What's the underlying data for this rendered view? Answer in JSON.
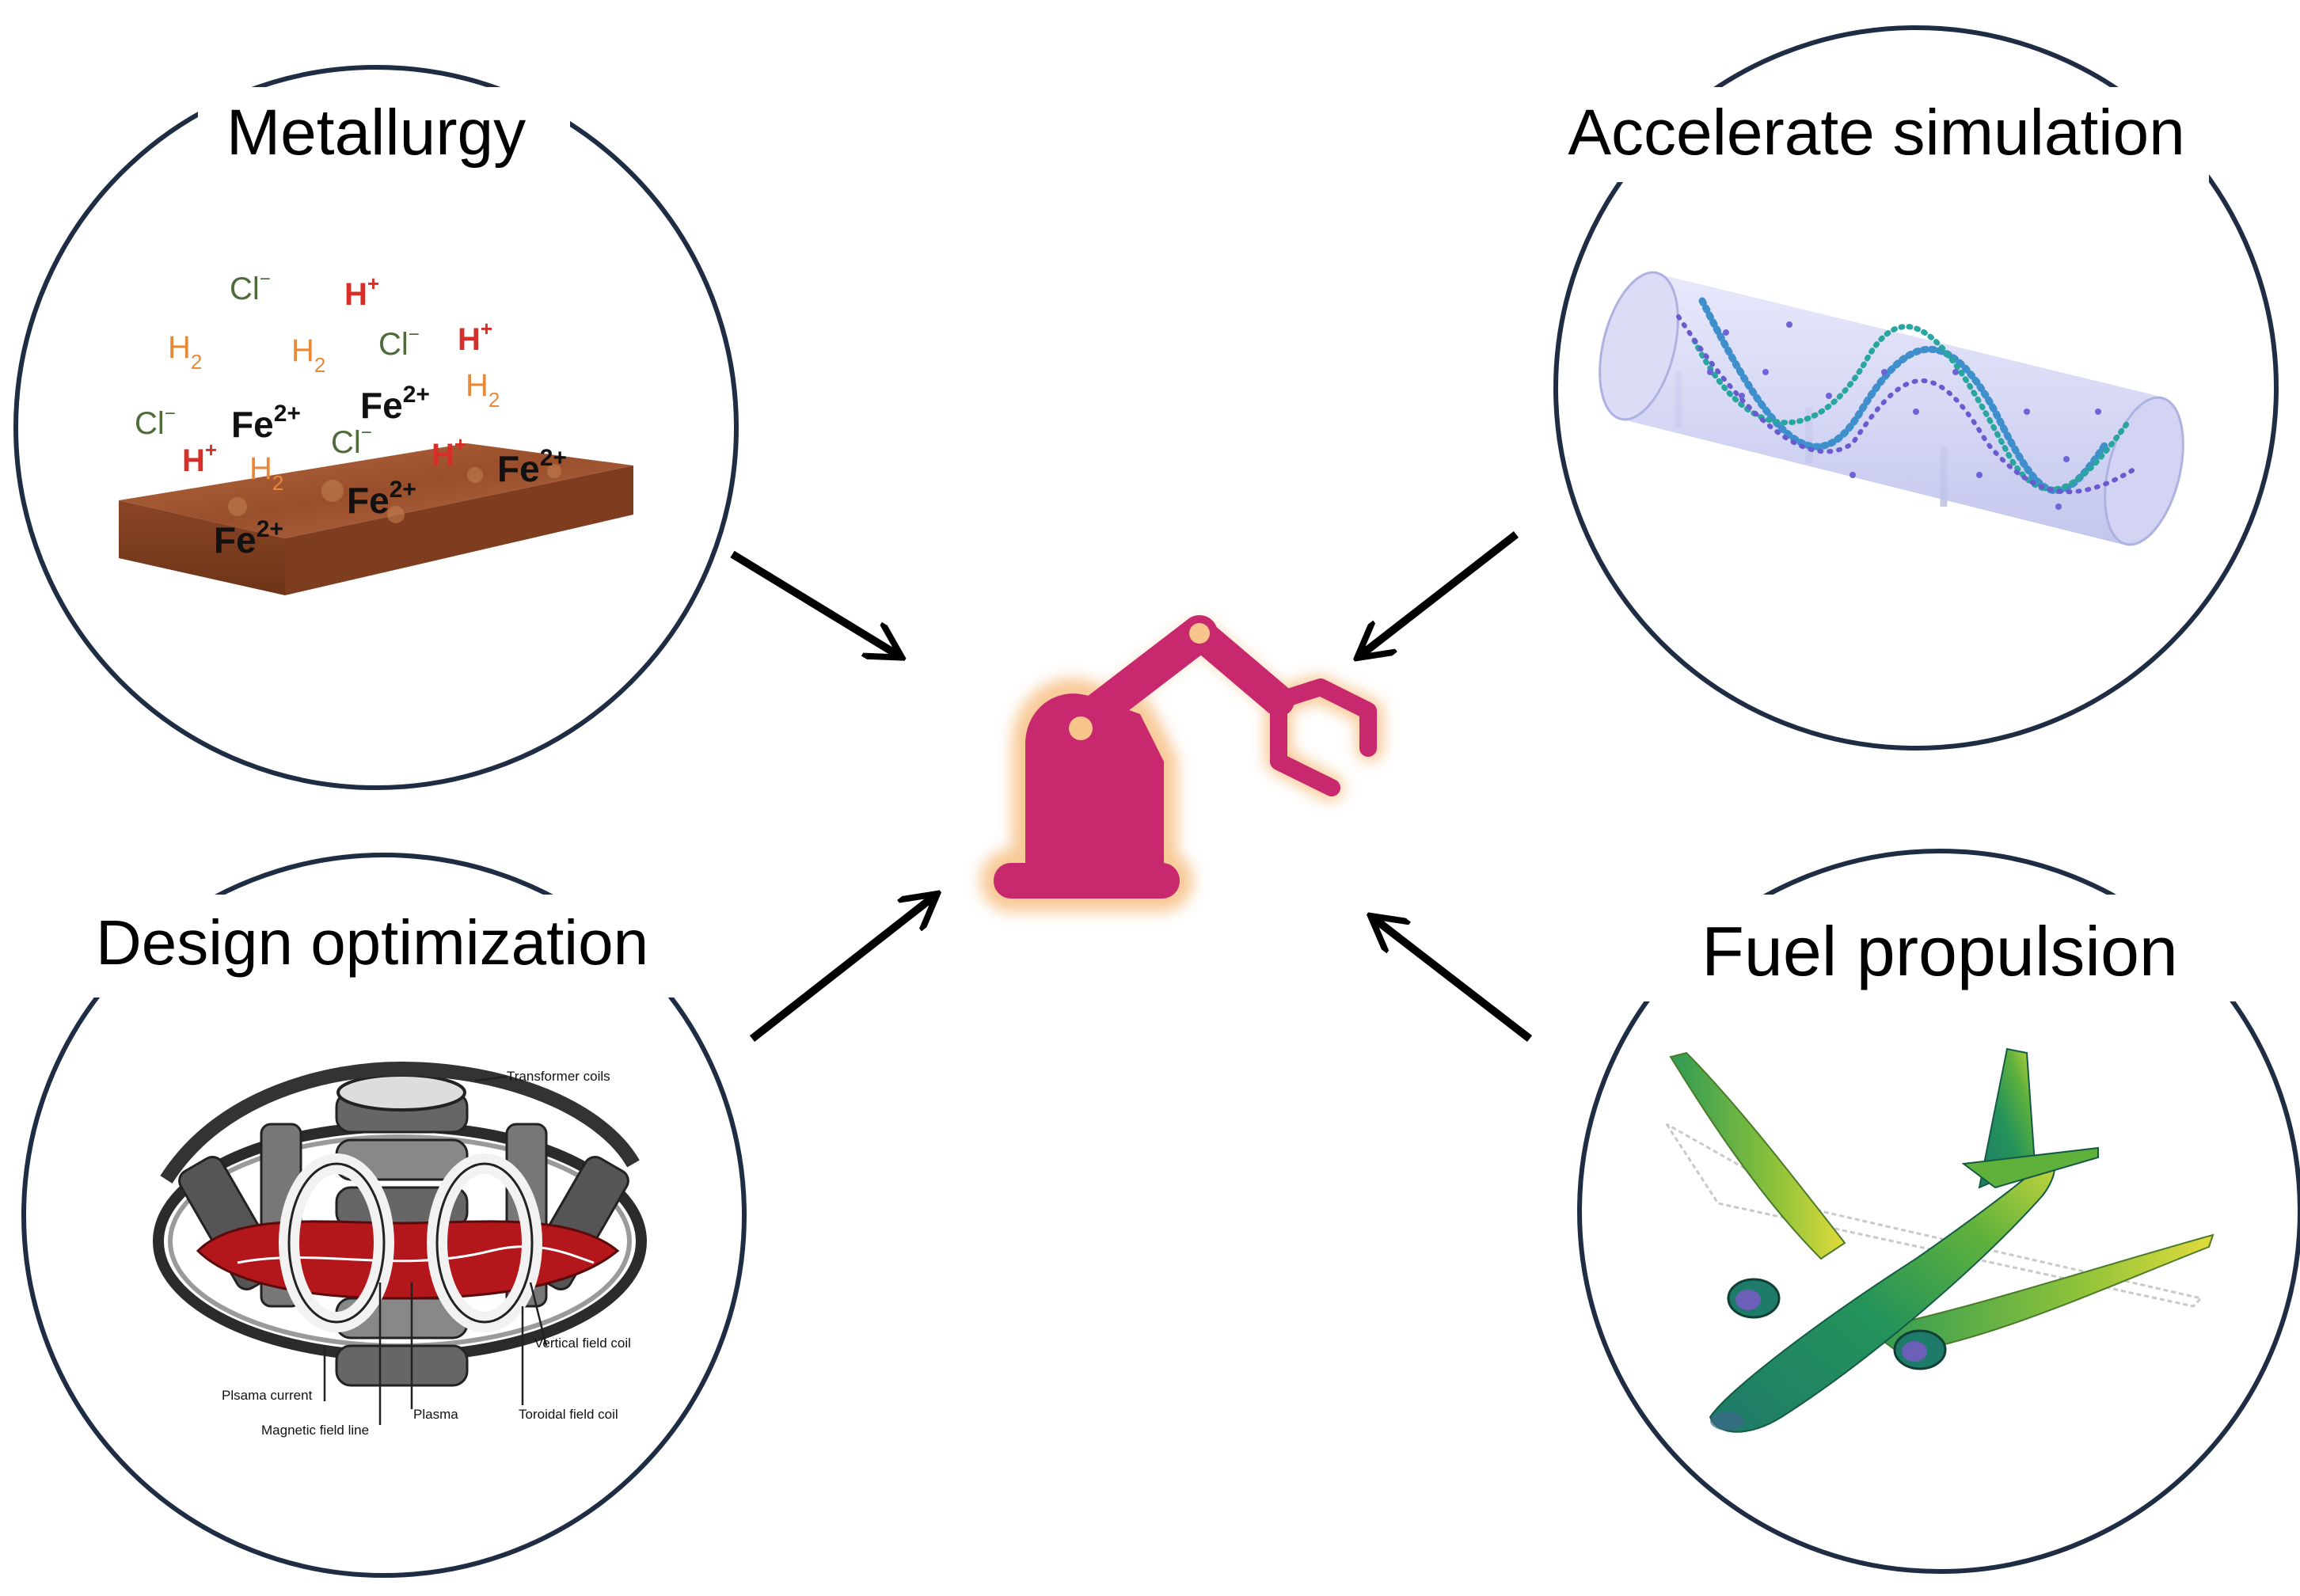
{
  "panels": {
    "metallurgy": {
      "title": "Metallurgy",
      "ions": {
        "cl": "Cl",
        "cl_charge": "−",
        "h": "H",
        "h_charge": "+",
        "h2": "H",
        "h2_sub": "2",
        "fe": "Fe",
        "fe_charge": "2+"
      }
    },
    "simulation": {
      "title": "Accelerate simulation"
    },
    "design": {
      "title": "Design optimization",
      "labels": {
        "transformer_coils": "Transformer coils",
        "vertical_field_coil": "Vertical field coil",
        "plasma_current": "Plsama current",
        "magnetic_field_line": "Magnetic field line",
        "plasma": "Plasma",
        "toroidal_field_coil": "Toroidal field coil"
      }
    },
    "propulsion": {
      "title": "Fuel propulsion"
    }
  },
  "colors": {
    "circle_stroke": "#1f2d44",
    "robot": "#c8286e",
    "robot_glow": "#f7c48c",
    "arrow": "#000000",
    "cl_ion": "#4f6b3a",
    "h_ion": "#d62f2a",
    "h2_molecule": "#e8893a",
    "fe_ion": "#111111",
    "rust": "#a45a32",
    "cylinder": "#c7c9f0",
    "airplane": "#1f8a5a",
    "tokamak_red": "#b3161b"
  },
  "icons": {
    "center": "robot-arm-icon"
  }
}
